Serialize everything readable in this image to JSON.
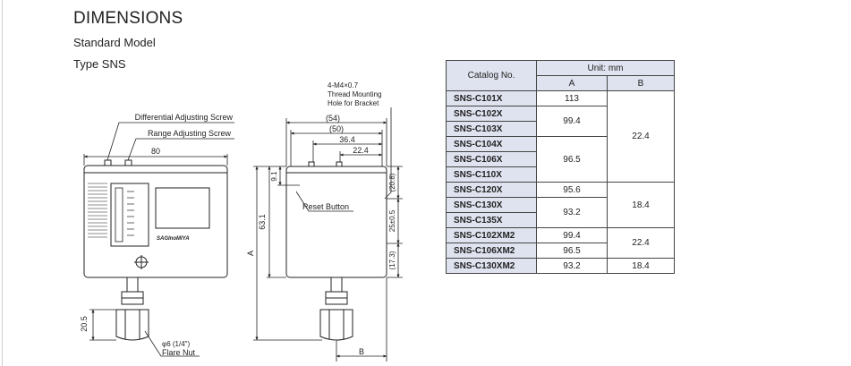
{
  "heading": {
    "title": "DIMENSIONS",
    "subtitle": "Standard Model",
    "type": "Type SNS"
  },
  "front_view": {
    "diff_screw": "Differential Adjusting Screw",
    "range_screw": "Range Adjusting Screw",
    "width": "80",
    "nut_height": "20.5",
    "flare_size": "φ6 (1/4\")",
    "flare_nut": "Flare Nut",
    "brand": "SAGInoMIYA"
  },
  "side_view": {
    "thread": [
      "4-M4×0.7",
      "Thread Mounting",
      "Hole for Bracket"
    ],
    "dim_54": "(54)",
    "dim_50": "(50)",
    "dim_36": "36.4",
    "dim_22": "22.4",
    "dim_9": "9.1",
    "reset": "Reset Button",
    "dim_63": "63.1",
    "dim_a": "A",
    "dim_208": "(20.8)",
    "dim_25": "25±0.5",
    "dim_173": "(17.3)",
    "dim_b": "B"
  },
  "table": {
    "catalog_header": "Catalog No.",
    "unit_header": "Unit: mm",
    "col_a": "A",
    "col_b": "B",
    "rows": [
      {
        "cat": "SNS-C101X",
        "a": "113",
        "b": ""
      },
      {
        "cat": "SNS-C102X",
        "a": "99.4",
        "b": "22.4"
      },
      {
        "cat": "SNS-C103X",
        "a": "",
        "b": ""
      },
      {
        "cat": "SNS-C104X",
        "a": "96.5",
        "b": ""
      },
      {
        "cat": "SNS-C106X",
        "a": "",
        "b": ""
      },
      {
        "cat": "SNS-C110X",
        "a": "",
        "b": ""
      },
      {
        "cat": "SNS-C120X",
        "a": "95.6",
        "b": "18.4"
      },
      {
        "cat": "SNS-C130X",
        "a": "93.2",
        "b": ""
      },
      {
        "cat": "SNS-C135X",
        "a": "",
        "b": ""
      },
      {
        "cat": "SNS-C102XM2",
        "a": "99.4",
        "b": "22.4"
      },
      {
        "cat": "SNS-C106XM2",
        "a": "96.5",
        "b": ""
      },
      {
        "cat": "SNS-C130XM2",
        "a": "93.2",
        "b": "18.4"
      }
    ]
  }
}
